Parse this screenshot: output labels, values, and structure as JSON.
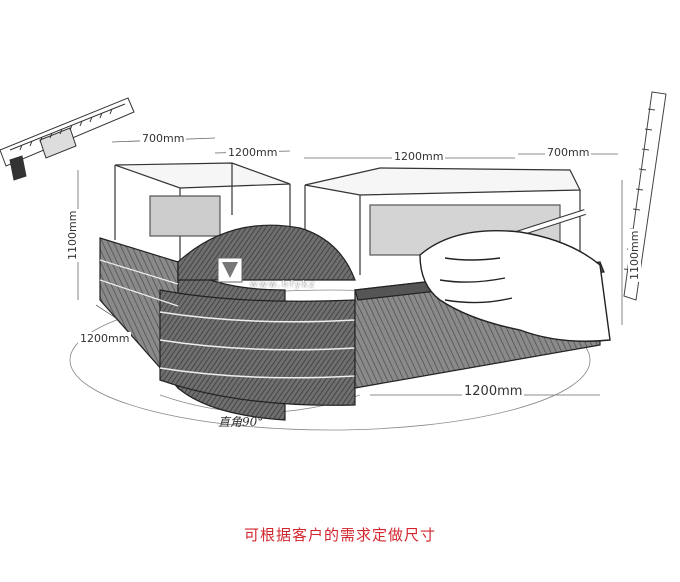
{
  "dimensions": {
    "top_left_depth": "700mm",
    "top_left_width": "1200mm",
    "top_right_width": "1200mm",
    "top_right_depth": "700mm",
    "left_height": "1100mm",
    "right_height": "1100mm",
    "bottom_left_depth": "1200mm",
    "bottom_right_width": "1200mm"
  },
  "angle_label": "直角90°",
  "watermark": {
    "url": "www.hfykz"
  },
  "caption": "可根据客户的需求定做尺寸"
}
